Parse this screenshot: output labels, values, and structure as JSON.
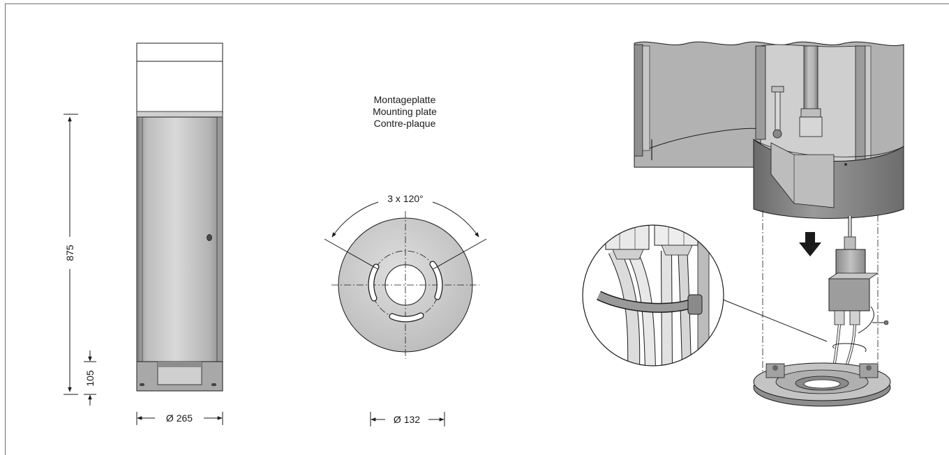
{
  "drawing": {
    "bollard": {
      "height_dimension": "875",
      "base_dimension": "105",
      "diameter_dimension": "Ø 265"
    },
    "mounting_plate": {
      "caption_lines": [
        "Montageplatte",
        "Mounting plate",
        "Contre-plaque"
      ],
      "angle_label": "3 x 120°",
      "diameter_dimension": "Ø 132"
    },
    "colors": {
      "line": "#1a1a1a",
      "metal_light": "#d6d6d6",
      "metal_mid": "#a9a9a9",
      "metal_dark": "#6f6f6f",
      "plate_fill": "#c9c9c9"
    }
  }
}
